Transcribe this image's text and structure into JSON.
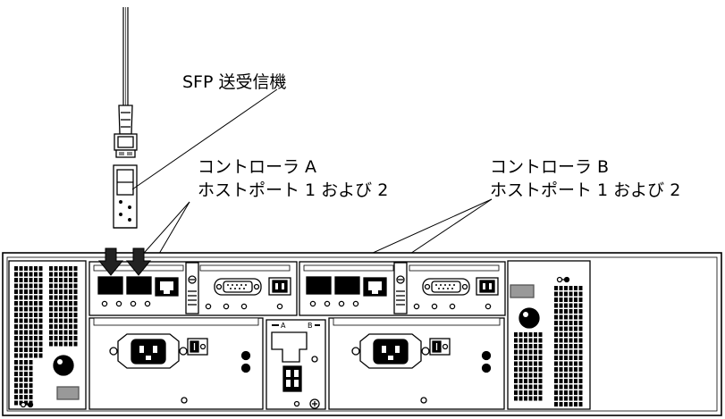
{
  "labels": {
    "sfp": "SFP 送受信機",
    "controller_a": {
      "line1": "コントローラ A",
      "line2": "ホストポート 1 および 2"
    },
    "controller_b": {
      "line1": "コントローラ B",
      "line2": "ホストポート 1 および 2"
    }
  },
  "midplane": {
    "label_a": "A",
    "label_b": "B"
  }
}
